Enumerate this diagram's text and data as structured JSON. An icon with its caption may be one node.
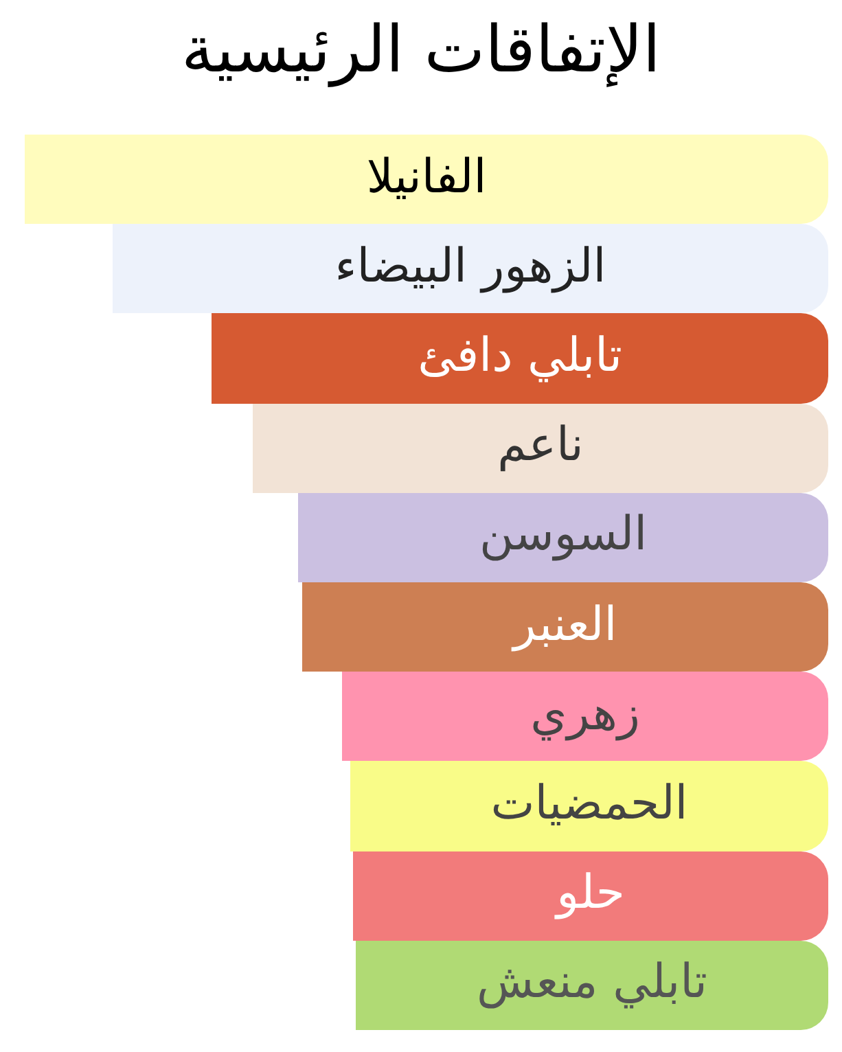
{
  "diagram": {
    "title": "الإتفاقات الرئيسية",
    "nodes": [
      {
        "text": [
          "الفانيلا"
        ]
      },
      {
        "text": [
          "الزهور البيضاء"
        ]
      },
      {
        "text": [
          "تابلي دافئ"
        ]
      },
      {
        "text": [
          "ناعم"
        ]
      },
      {
        "text": [
          "السوسن"
        ]
      },
      {
        "text": [
          "العنبر"
        ]
      },
      {
        "text": [
          "زهري"
        ]
      },
      {
        "text": [
          "الحمضيات"
        ]
      },
      {
        "text": [
          "حلو"
        ]
      },
      {
        "text": [
          "تابلي منعش"
        ]
      }
    ]
  }
}
